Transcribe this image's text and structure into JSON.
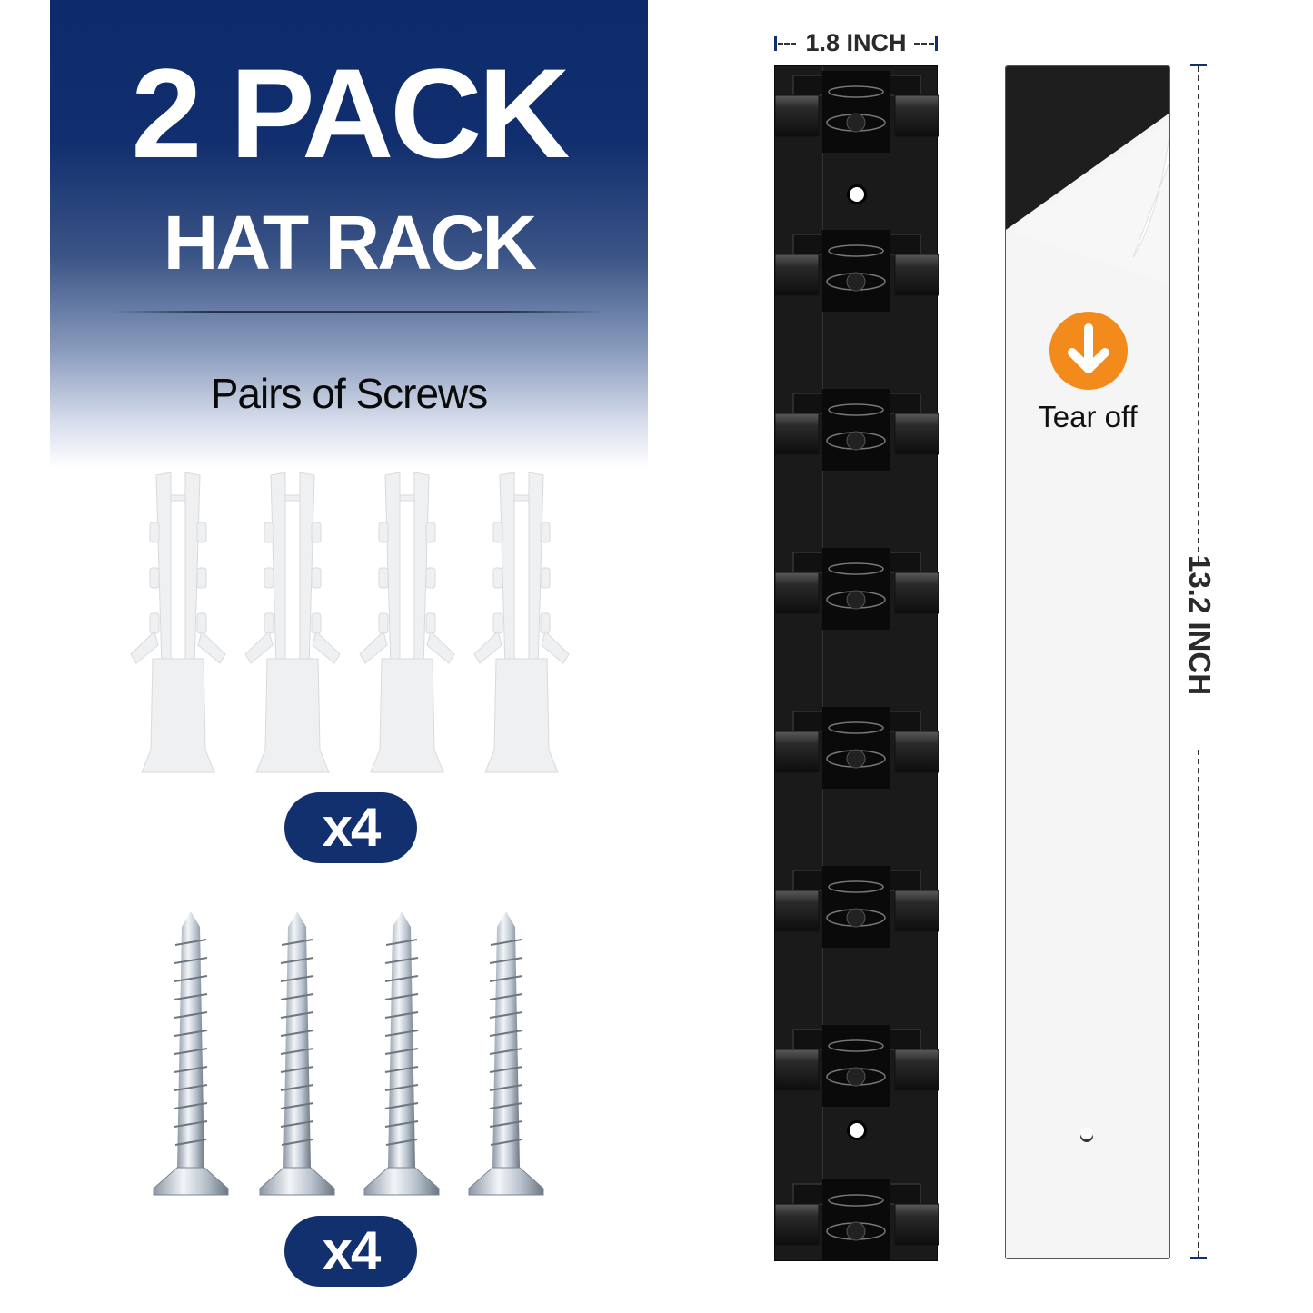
{
  "banner": {
    "title_line1": "2 PACK",
    "title_line2": "HAT RACK",
    "subtitle": "Pairs of Screws",
    "gradient_top_color": "#0d2a6b"
  },
  "accessories": {
    "anchors": {
      "count": 4,
      "item": "plastic-wall-anchor",
      "badge_label": "x4"
    },
    "screws": {
      "count": 4,
      "item": "flat-head-wood-screw",
      "badge_label": "x4"
    },
    "badge_color": "#12306e"
  },
  "rack": {
    "color": "#1a1a1a",
    "clip_count": 8,
    "mounting_holes": 2,
    "width_label": "1.8 INCH"
  },
  "adhesive_backing": {
    "instruction_icon": "arrow-down-circle-icon",
    "instruction_icon_color": "#f28a1c",
    "instruction_label": "Tear off",
    "height_label": "13.2 INCH"
  },
  "dimension_color": "#12306e"
}
